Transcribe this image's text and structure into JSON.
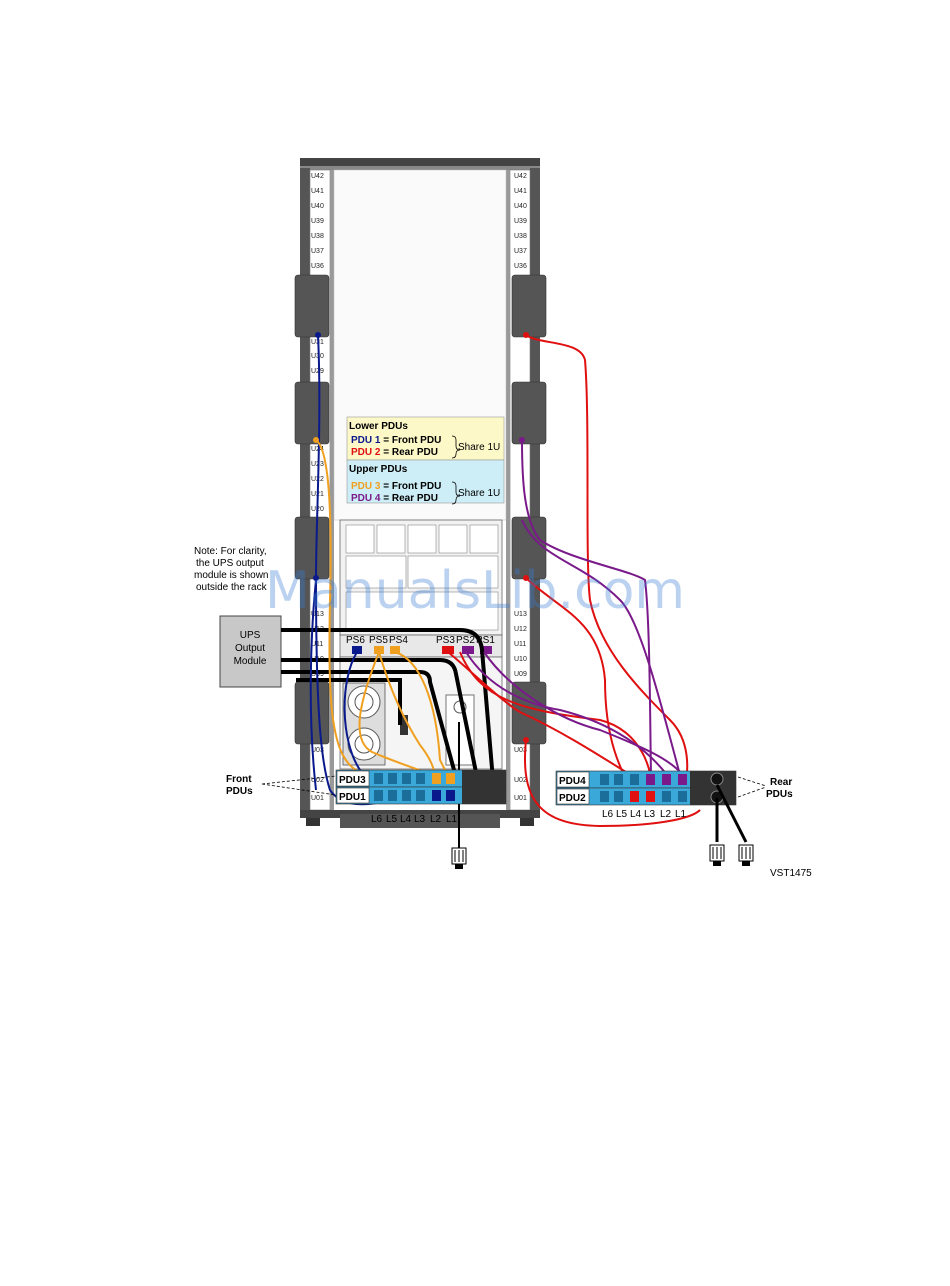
{
  "rack": {
    "u_labels_top": [
      "U42",
      "U41",
      "U40",
      "U39",
      "U38",
      "U37",
      "U36"
    ],
    "u_labels_mid": [
      "U31",
      "U30",
      "U29",
      "U24",
      "U23",
      "U22",
      "U21",
      "U20",
      "U13",
      "U12",
      "U11",
      "U10",
      "U09"
    ],
    "u_labels_bottom": [
      "U03",
      "U02",
      "U01"
    ]
  },
  "note": {
    "lines": [
      "Note: For clarity,",
      "the  UPS output",
      "module is shown",
      "outside the rack"
    ]
  },
  "ups": {
    "lines": [
      "UPS",
      "Output",
      "Module"
    ]
  },
  "legend": {
    "lower_title": "Lower PDUs",
    "pdu1_prefix": "PDU 1",
    "pdu1_text": " = Front PDU",
    "pdu2_prefix": "PDU 2",
    "pdu2_text": " = Rear PDU",
    "lower_share": "Share 1U",
    "upper_title": "Upper PDUs",
    "pdu3_prefix": "PDU 3",
    "pdu3_text": " = Front PDU",
    "pdu4_prefix": "PDU 4",
    "pdu4_text": " = Rear PDU",
    "upper_share": "Share 1U"
  },
  "power_supplies": [
    "PS6",
    "PS5",
    "PS4",
    "PS3",
    "PS2",
    "PS1"
  ],
  "front_pdus": {
    "label_lines": [
      "Front",
      "PDUs"
    ],
    "top": "PDU3",
    "bottom": "PDU1"
  },
  "rear_pdus": {
    "label_lines": [
      "Rear",
      "PDUs"
    ],
    "top": "PDU4",
    "bottom": "PDU2"
  },
  "line_labels": [
    "L6",
    "L5",
    "L4",
    "L3",
    "L2",
    "L1"
  ],
  "figure_id": "VST1475",
  "watermark": "ManualsLib.com",
  "colors": {
    "blue": "#0a1a8c",
    "red": "#e01010",
    "orange": "#f0a020",
    "purple": "#7a1a8a",
    "black": "#000000",
    "outlet_cyan": "#3aa8d8",
    "lower_legend_bg": "#fdf8c8",
    "upper_legend_bg": "#cdeef6"
  }
}
